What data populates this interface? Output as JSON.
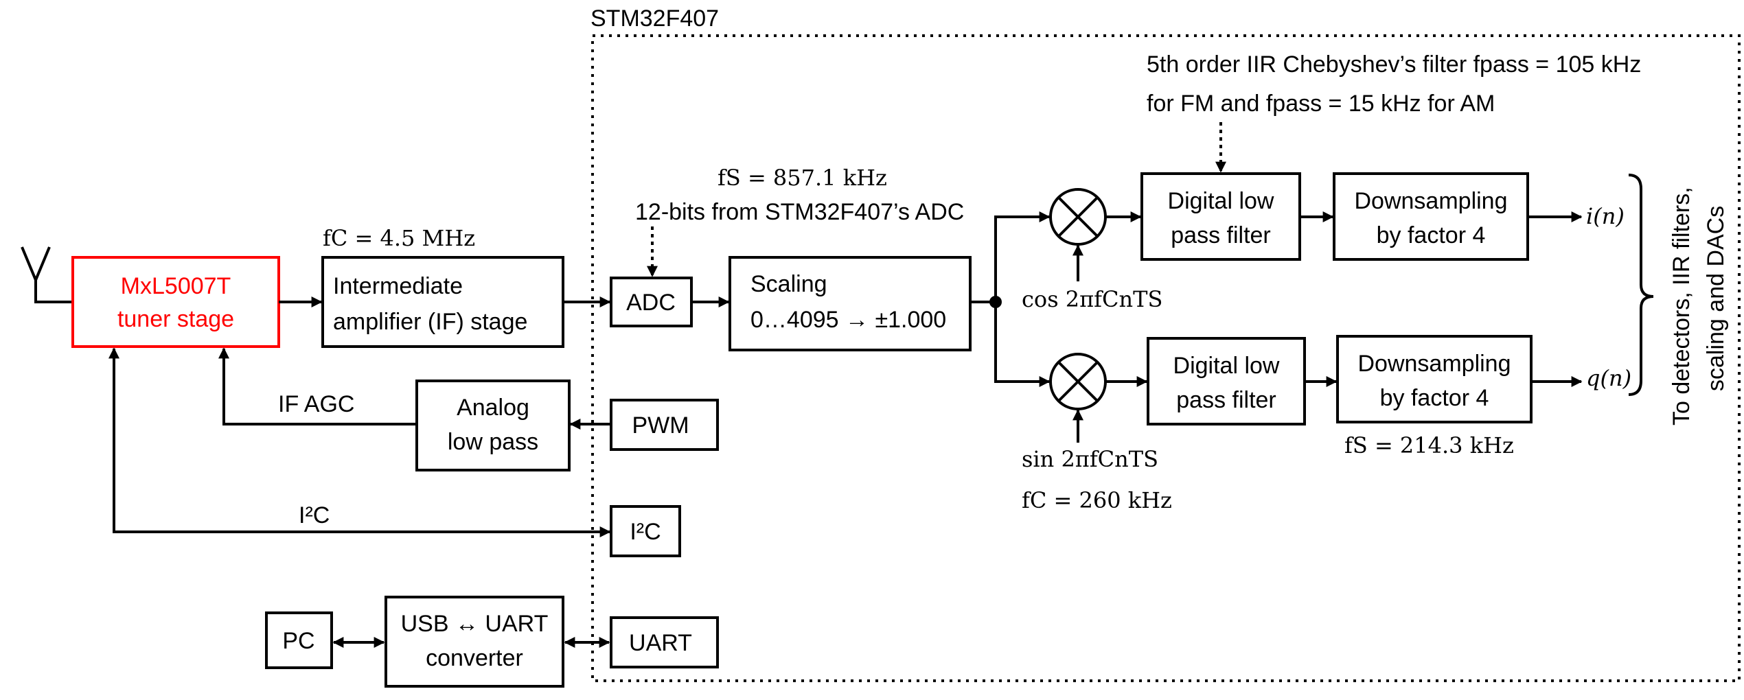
{
  "chip": {
    "label": "STM32F407"
  },
  "blocks": {
    "tuner": {
      "line1": "MxL5007T",
      "line2": "tuner stage"
    },
    "if_amp": {
      "line1": "Intermediate",
      "line2": "amplifier (IF) stage"
    },
    "analog_lp": {
      "line1": "Analog",
      "line2": "low pass"
    },
    "adc": {
      "label": "ADC"
    },
    "pwm": {
      "label": "PWM"
    },
    "i2c": {
      "label": "I²C"
    },
    "uart": {
      "label": "UART"
    },
    "pc": {
      "label": "PC"
    },
    "usb_uart": {
      "line1": "USB ↔ UART",
      "line2": "converter"
    },
    "scaling": {
      "line1": "Scaling",
      "line2": "0…4095 → ±1.000"
    },
    "lpf_i": {
      "line1": "Digital low",
      "line2": "pass filter"
    },
    "lpf_q": {
      "line1": "Digital low",
      "line2": "pass filter"
    },
    "ds_i": {
      "line1": "Downsampling",
      "line2": "by factor 4"
    },
    "ds_q": {
      "line1": "Downsampling",
      "line2": "by factor 4"
    }
  },
  "annotations": {
    "fc_if": "fC = 4.5 MHz",
    "fs_adc": "fS = 857.1 kHz",
    "adc_bits": "12-bits from STM32F407’s ADC",
    "filter_line1": "5th order IIR Chebyshev’s filter fpass = 105 kHz",
    "filter_line2": "for FM and fpass = 15 kHz for AM",
    "cos_mix": "cos 2πfCnTS",
    "sin_mix": "sin 2πfCnTS",
    "fc_nco": "fC = 260 kHz",
    "fs_out": "fS = 214.3 kHz",
    "out_i": "i(n)",
    "out_q": "q(n)",
    "if_agc": "IF AGC",
    "i2c_bus": "I²C",
    "outputs_line1": "To detectors, IIR filters,",
    "outputs_line2": "scaling and DACs"
  }
}
